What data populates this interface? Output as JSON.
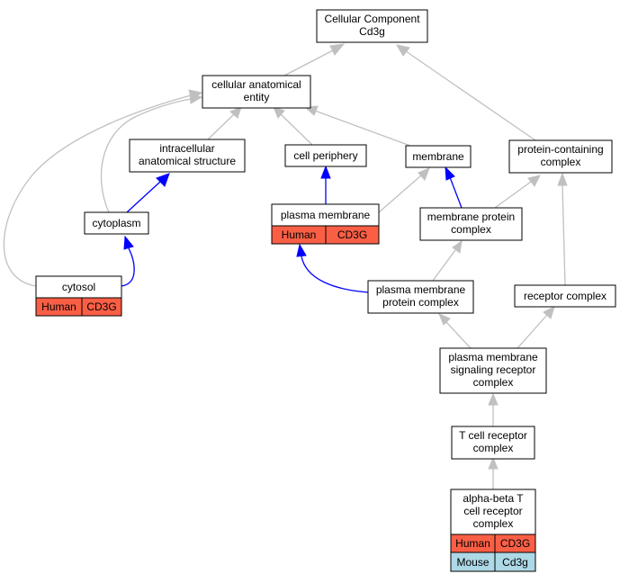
{
  "nodes": {
    "root": [
      "Cellular Component",
      "Cd3g"
    ],
    "cae": [
      "cellular anatomical",
      "entity"
    ],
    "ias": [
      "intracellular",
      "anatomical structure"
    ],
    "cp": [
      "cell periphery"
    ],
    "mem": [
      "membrane"
    ],
    "pcc": [
      "protein-containing",
      "complex"
    ],
    "cyto": [
      "cytoplasm"
    ],
    "pm": [
      "plasma membrane"
    ],
    "mpc": [
      "membrane protein",
      "complex"
    ],
    "cytosol": [
      "cytosol"
    ],
    "pmpc": [
      "plasma membrane",
      "protein complex"
    ],
    "rc": [
      "receptor complex"
    ],
    "pmsrc": [
      "plasma membrane",
      "signaling receptor",
      "complex"
    ],
    "tcr": [
      "T cell receptor",
      "complex"
    ],
    "abtcr": [
      "alpha-beta T",
      "cell receptor",
      "complex"
    ]
  },
  "annotations": {
    "pm": [
      {
        "species": "Human",
        "gene": "CD3G"
      }
    ],
    "cytosol": [
      {
        "species": "Human",
        "gene": "CD3G"
      }
    ],
    "abtcr": [
      {
        "species": "Human",
        "gene": "CD3G"
      },
      {
        "species": "Mouse",
        "gene": "Cd3g"
      }
    ]
  },
  "colors": {
    "gray_edge": "#c0c0c0",
    "blue_edge": "#0000ff",
    "human_cell": "#fa5f46",
    "mouse_cell": "#add8e6"
  }
}
